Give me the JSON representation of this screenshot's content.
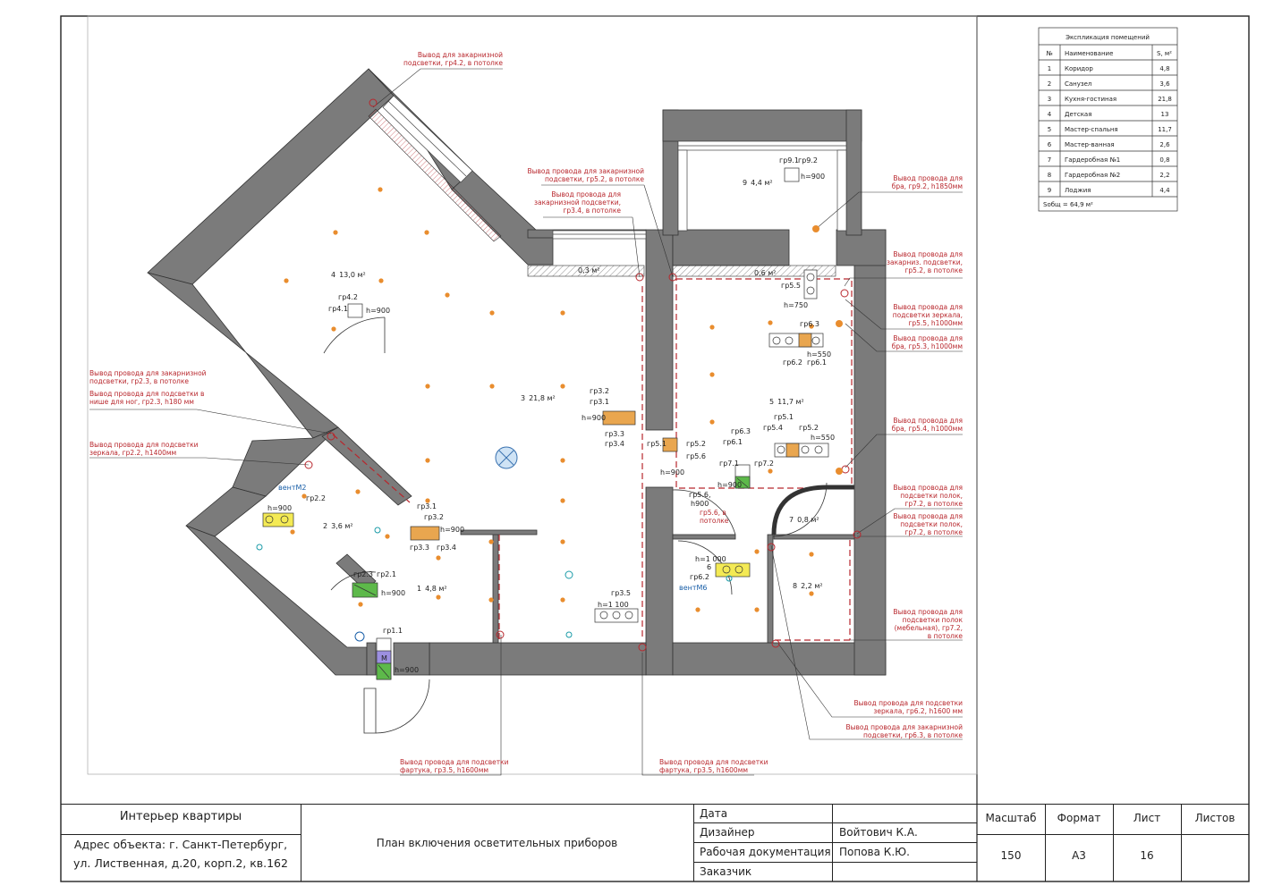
{
  "explication": {
    "title": "Экспликация помещений",
    "header": {
      "num": "№",
      "name": "Наименование",
      "area": "S, м²"
    },
    "rows": [
      {
        "num": "1",
        "name": "Коридор",
        "area": "4,8"
      },
      {
        "num": "2",
        "name": "Санузел",
        "area": "3,6"
      },
      {
        "num": "3",
        "name": "Кухня-гостиная",
        "area": "21,8"
      },
      {
        "num": "4",
        "name": "Детская",
        "area": "13"
      },
      {
        "num": "5",
        "name": "Мастер-спальня",
        "area": "11,7"
      },
      {
        "num": "6",
        "name": "Мастер-ванная",
        "area": "2,6"
      },
      {
        "num": "7",
        "name": "Гардеробная №1",
        "area": "0,8"
      },
      {
        "num": "8",
        "name": "Гардеробная №2",
        "area": "2,2"
      },
      {
        "num": "9",
        "name": "Лоджия",
        "area": "4,4"
      }
    ],
    "total": "Sобщ = 64,9 м²"
  },
  "rooms": [
    {
      "id": "1",
      "area": "4,8 м²"
    },
    {
      "id": "2",
      "area": "3,6 м²"
    },
    {
      "id": "3",
      "area": "21,8 м²"
    },
    {
      "id": "4",
      "area": "13,0 м²"
    },
    {
      "id": "5",
      "area": "11,7 м²"
    },
    {
      "id": "6",
      "area": ""
    },
    {
      "id": "7",
      "area": "0,8 м²"
    },
    {
      "id": "8",
      "area": "2,2 м²"
    },
    {
      "id": "9",
      "area": "4,4 м²"
    }
  ],
  "notes": {
    "n_gr42": [
      "Вывод для закарнизной",
      "подсветки, гр4.2, в потолке"
    ],
    "n_gr52_top": [
      "Вывод провода для закарнизной",
      "подсветки, гр5.2, в потолке"
    ],
    "n_gr34": [
      "Вывод провода для",
      "закарнизной подсветки,",
      "гр3.4, в потолке"
    ],
    "n_gr92": [
      "Вывод провода для",
      "бра, гр9.2, h1850мм"
    ],
    "n_gr52_right": [
      "Вывод провода для",
      "закарниз. подсветки,",
      "гр5.2, в потолке"
    ],
    "n_gr55": [
      "Вывод провода для",
      "подсветки зеркала,",
      "гр5.5, h1000мм"
    ],
    "n_gr53": [
      "Вывод провода для",
      "бра, гр5.3, h1000мм"
    ],
    "n_gr54": [
      "Вывод провода для",
      "бра, гр5.4, h1000мм"
    ],
    "n_gr72a": [
      "Вывод провода для",
      "подсветки полок,",
      "гр7.2, в потолке"
    ],
    "n_gr72b": [
      "Вывод провода для",
      "подсветки полок,",
      "гр7.2, в потолке"
    ],
    "n_gr72c": [
      "Вывод провода для",
      "подсветки полок",
      "(мебельная), гр7.2,",
      "в потолке"
    ],
    "n_gr62": [
      "Вывод провода для подсветки",
      "зеркала, гр6.2, h1600 мм"
    ],
    "n_gr63": [
      "Вывод провода для закарнизной",
      "подсветки, гр6.3, в потолке"
    ],
    "n_gr23": [
      "Вывод провода для закарнизной",
      "подсветки, гр2.3, в потолке"
    ],
    "n_gr23b": [
      "Вывод провода для подсветки в",
      "нише для ног, гр2.3, h180 мм"
    ],
    "n_gr22": [
      "Вывод провода для подсветки",
      "зеркала, гр2.2, h1400мм"
    ],
    "n_gr35a": [
      "Вывод провода для подсветки",
      "фартука, гр3.5, h1600мм"
    ],
    "n_gr35b": [
      "Вывод провода для подсветки",
      "фартука, гр3.5, h1600мм"
    ],
    "n_gr56": [
      "гр5.6, в",
      "потолке"
    ]
  },
  "switches": {
    "gr41": "гр4.1",
    "gr42": "гр4.2",
    "h_4": "h=900",
    "gr91": "гр9.1",
    "gr92": "гр9.2",
    "h_9": "h=900",
    "gr55": "гр5.5",
    "h_55": "h=750",
    "gr63": "гр6.3",
    "gr62": "гр6.2",
    "gr61": "гр6.1",
    "h_56": "h=550",
    "gr32": "гр3.2",
    "gr31": "гр3.1",
    "h_3": "h=900",
    "gr33": "гр3.3",
    "gr34": "гр3.4",
    "gr51": "гр5.1",
    "gr54": "гр5.4",
    "gr52": "гр5.2",
    "h_5b": "h=550",
    "gr51d": "гр5.1",
    "gr52d": "гр5.2",
    "gr56d": "гр5.6",
    "h_5d": "h=900",
    "gr63b": "гр6.3",
    "gr61b": "гр6.1",
    "gr71": "гр7.1",
    "gr72": "гр7.2",
    "h_6b": "h=900",
    "gr56": "гр5.6,",
    "h_56b": "h900",
    "gr31b": "гр3.1",
    "gr32b": "гр3.2",
    "h_3b": "h=900",
    "gr33b": "гр3.3",
    "gr34b": "гр3.4",
    "gr22": "гр2.2",
    "h_2": "h=900",
    "gr23": "гр2.3",
    "gr21": "гр2.1",
    "h_21": "h=900",
    "gr62b": "гр6.2",
    "h_62": "h=1 000",
    "gr35": "гр3.5",
    "h_35": "h=1 100",
    "gr11": "гр1.1",
    "h_11": "h=900",
    "m": "М"
  },
  "ventilation": {
    "v2": "вентМ2",
    "v6": "вентМ6"
  },
  "dims": {
    "d1": "0,3 м²",
    "d2": "0,6 м²"
  },
  "title_block": {
    "project": "Интерьер квартиры",
    "address_line1": "Адрес объекта: г. Санкт-Петербург,",
    "address_line2": "ул. Лиственная, д.20, корп.2, кв.162",
    "sheet_title": "План включения осветительных приборов",
    "roles": [
      "Дата",
      "Дизайнер",
      "Рабочая документация",
      "Заказчик"
    ],
    "names": [
      "",
      "Войтович К.А.",
      "Попова К.Ю.",
      ""
    ],
    "col_headers": [
      "Масштаб",
      "Формат",
      "Лист",
      "Листов"
    ],
    "col_values": [
      "150",
      "А3",
      "16",
      ""
    ]
  }
}
